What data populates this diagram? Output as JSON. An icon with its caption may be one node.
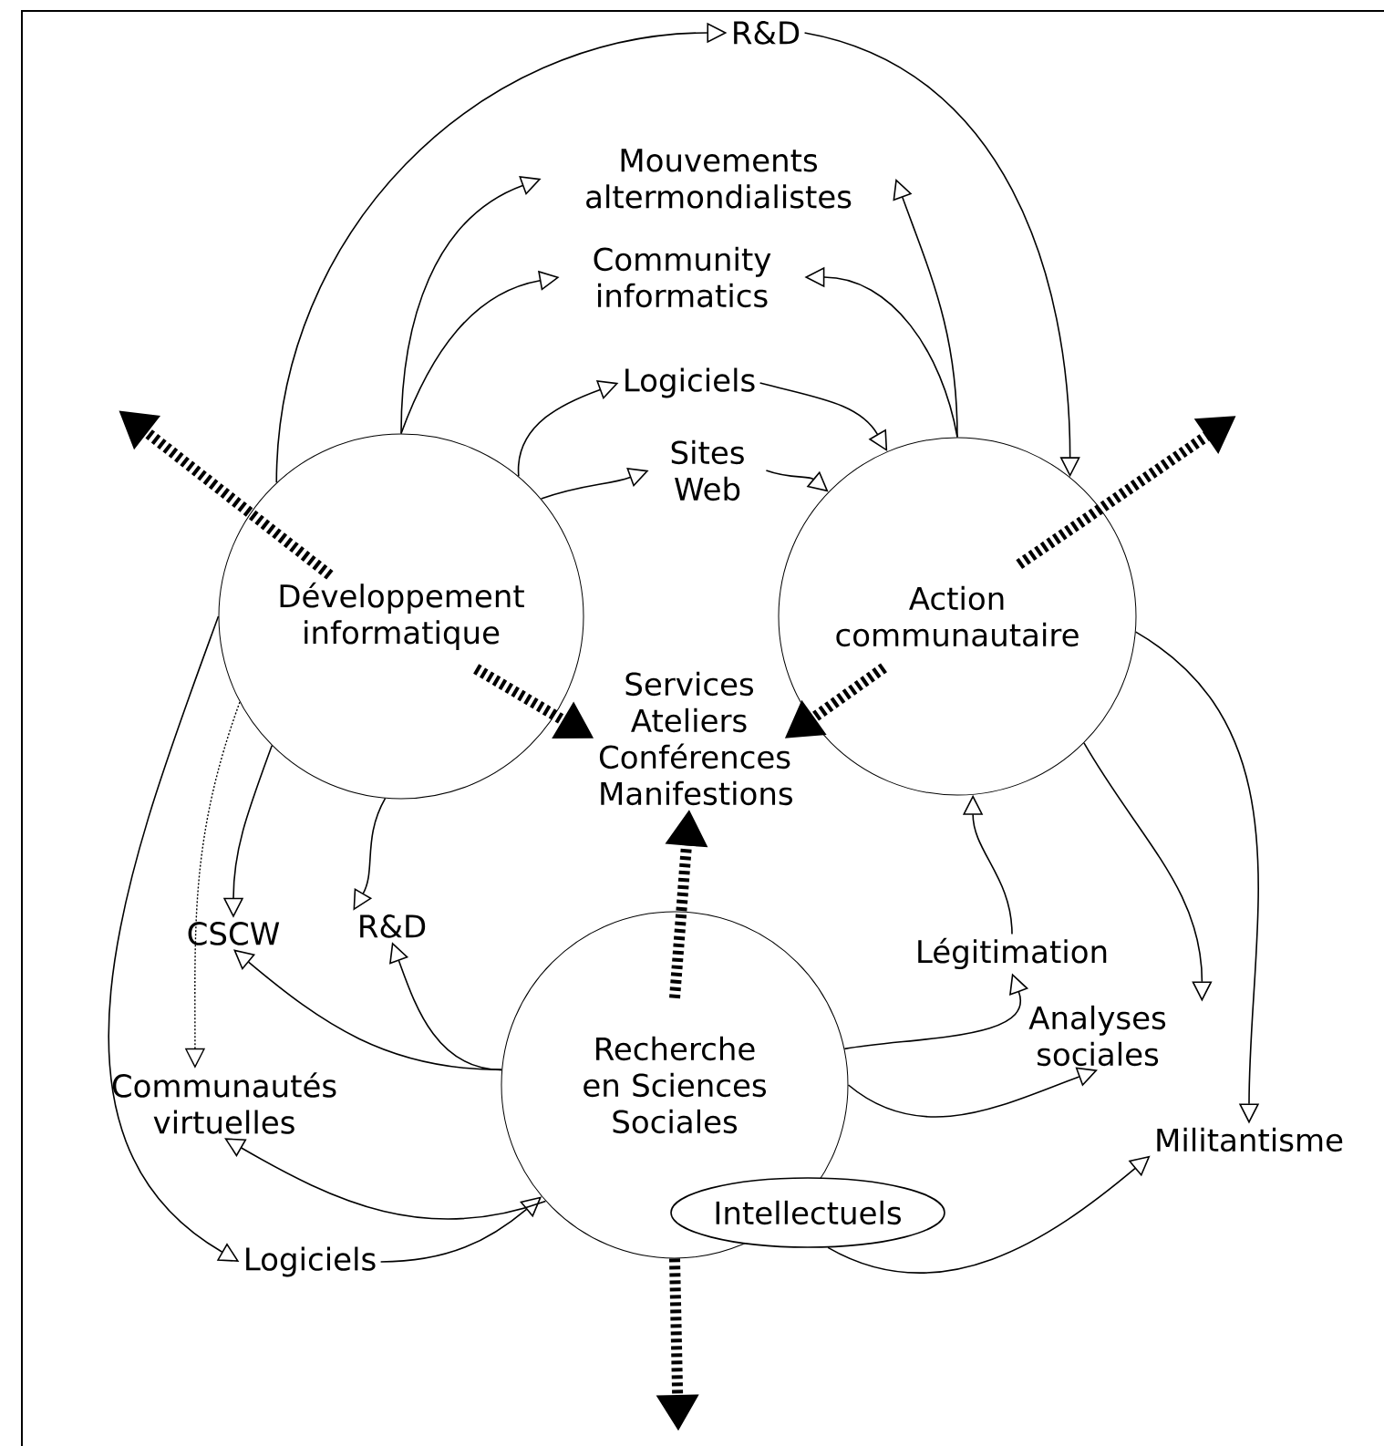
{
  "diagram": {
    "nodes": [
      {
        "text": [
          "Développement informatique"
        ]
      },
      {
        "text": [
          "Action communautaire"
        ]
      },
      {
        "text": [
          "Recherche en Sciences Sociales"
        ]
      },
      {
        "text": [
          "Intellectuels"
        ]
      },
      {
        "text": [
          "R&D"
        ]
      },
      {
        "text": [
          "Mouvements altermondialistes"
        ]
      },
      {
        "text": [
          "Community informatics"
        ]
      },
      {
        "text": [
          "Logiciels"
        ]
      },
      {
        "text": [
          "Sites Web"
        ]
      },
      {
        "text": [
          "Services Ateliers Conférences Manifestions"
        ]
      },
      {
        "text": [
          "CSCW"
        ]
      },
      {
        "text": [
          "R&D"
        ]
      },
      {
        "text": [
          "Communautés virtuelles"
        ]
      },
      {
        "text": [
          "Logiciels"
        ]
      },
      {
        "text": [
          "Légitimation"
        ]
      },
      {
        "text": [
          "Analyses sociales"
        ]
      },
      {
        "text": [
          "Militantisme"
        ]
      }
    ],
    "edges": [
      {
        "from": 0,
        "to": 4,
        "arrow": "to"
      },
      {
        "from": 4,
        "to": 1,
        "arrow": "to"
      },
      {
        "from": 0,
        "to": 5,
        "arrow": "to"
      },
      {
        "from": 1,
        "to": 5,
        "arrow": "to"
      },
      {
        "from": 0,
        "to": 6,
        "arrow": "to"
      },
      {
        "from": 1,
        "to": 6,
        "arrow": "to"
      },
      {
        "from": 0,
        "to": 7,
        "arrow": "to"
      },
      {
        "from": 0,
        "to": 8,
        "arrow": "to"
      },
      {
        "from": 7,
        "to": 1,
        "arrow": "to"
      },
      {
        "from": 8,
        "to": 1,
        "arrow": "to"
      },
      {
        "from": 0,
        "to": 10,
        "arrow": "to"
      },
      {
        "from": 0,
        "to": 11,
        "arrow": "to"
      },
      {
        "from": 0,
        "to": 12,
        "arrow": "to",
        "style": "dashed"
      },
      {
        "from": 0,
        "to": 13,
        "arrow": "to"
      },
      {
        "from": 2,
        "to": 10,
        "arrow": "to"
      },
      {
        "from": 2,
        "to": 11,
        "arrow": "to"
      },
      {
        "from": 2,
        "to": 12,
        "arrow": "to"
      },
      {
        "from": 13,
        "to": 2,
        "arrow": "to"
      },
      {
        "from": 2,
        "to": 14,
        "arrow": "to"
      },
      {
        "from": 14,
        "to": 1,
        "arrow": "to"
      },
      {
        "from": 2,
        "to": 15,
        "arrow": "to"
      },
      {
        "from": 1,
        "to": 15,
        "arrow": "to"
      },
      {
        "from": 1,
        "to": 16,
        "arrow": "to"
      },
      {
        "from": 3,
        "to": 16,
        "arrow": "to"
      },
      {
        "from": 0,
        "to": null,
        "arrow": "to",
        "style": "dashed"
      },
      {
        "from": 0,
        "to": 9,
        "arrow": "to",
        "style": "dashed"
      },
      {
        "from": 1,
        "to": null,
        "arrow": "to",
        "style": "dashed"
      },
      {
        "from": 1,
        "to": 9,
        "arrow": "to",
        "style": "dashed"
      },
      {
        "from": 2,
        "to": 9,
        "arrow": "to",
        "style": "dashed"
      },
      {
        "from": 2,
        "to": null,
        "arrow": "to",
        "style": "dashed"
      }
    ]
  }
}
